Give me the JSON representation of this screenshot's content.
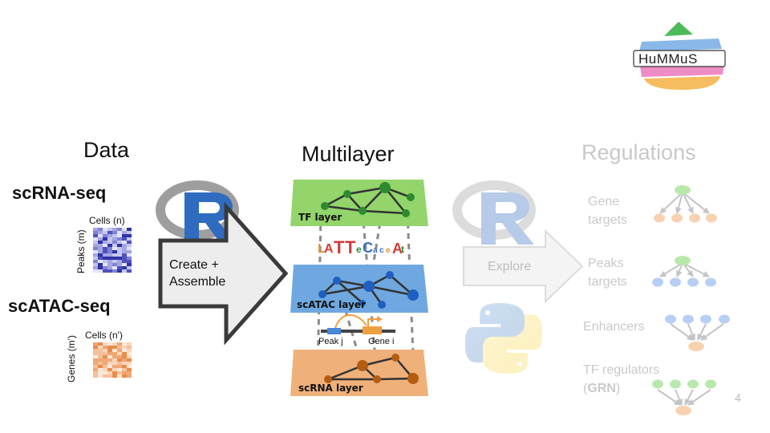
{
  "logo": {
    "text": "HuMMuS"
  },
  "sections": {
    "data": "Data",
    "multilayer": "Multilayer",
    "regulations": "Regulations"
  },
  "data_panel": {
    "rna": {
      "assay": "scRNA-seq",
      "cols_label": "Cells (n)",
      "rows_label": "Peaks (m)"
    },
    "atac": {
      "assay": "scATAC-seq",
      "cols_label": "Cells (n')",
      "rows_label": "Genes (m')"
    }
  },
  "arrows": {
    "create": [
      "Create +",
      "Assemble"
    ],
    "explore": "Explore"
  },
  "layers": {
    "tf": "TF layer",
    "atac": "scATAC layer",
    "rna": "scRNA layer",
    "motif": "LATTeCaceAt",
    "peak": "Peak j",
    "gene": "Gene i"
  },
  "regulations": [
    [
      "Gene",
      "targets"
    ],
    [
      "Peaks",
      "targets"
    ],
    [
      "Enhancers"
    ],
    [
      "TF regulators",
      "(GRN)"
    ]
  ],
  "colors": {
    "tf_layer": "#8fd16a",
    "atac_layer": "#6fa8e0",
    "rna_layer": "#f0b27a",
    "faded": "#c9c9c9",
    "node_green": "#b9e8ad",
    "node_blue": "#b8cff5",
    "node_orange": "#f8d2b0"
  },
  "page_number": "4"
}
